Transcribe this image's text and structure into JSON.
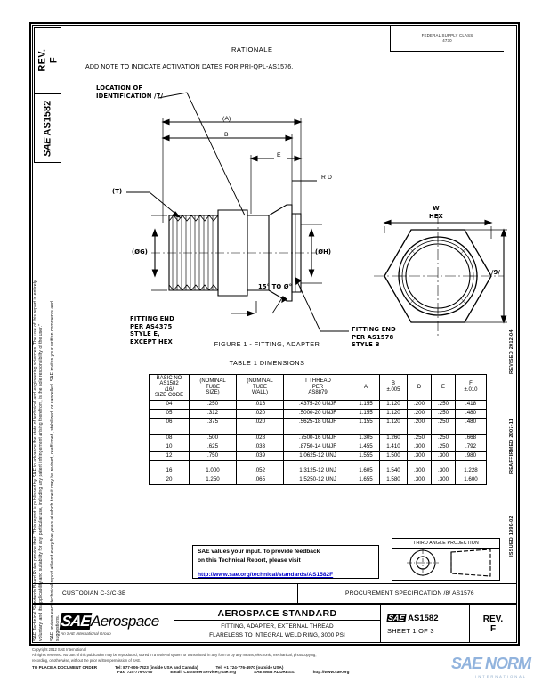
{
  "document": {
    "rev_tab": "REV.\nF",
    "std_tab_prefix": "SAE",
    "std_tab_number": "AS1582",
    "fsc_label": "FEDERAL SUPPLY CLASS",
    "fsc_value": "4730",
    "rationale_heading": "RATIONALE",
    "rationale_text": "ADD NOTE TO INDICATE ACTIVATION DATES FOR PRI-QPL-AS1576.",
    "left_disclaimer": [
      "SAE Technical Standards Board Rules provide that: \"This report is published by SAE to advance the state of technical and engineering sciences. The use of this report is entirely",
      "voluntary, and its applicability and suitability for any particular use, including any patent infringement arising therefrom, is the sole responsibility of the user.\"",
      "SAE reviews each technical report at least every five years at which time it may be revised, reaffirmed, stabilized, or cancelled. SAE invites your written comments and",
      "suggestions."
    ],
    "revision_history": [
      "REVISED 2012-04",
      "REAFFIRMED 2007-11",
      "ISSUED 1990-02"
    ]
  },
  "drawing": {
    "callouts": [
      {
        "name": "location-of-identification",
        "text": "LOCATION OF\nIDENTIFICATION /7/"
      },
      {
        "name": "dim-t",
        "text": "(T)"
      },
      {
        "name": "dim-a",
        "text": "(A)"
      },
      {
        "name": "dim-b",
        "text": "B"
      },
      {
        "name": "dim-e",
        "text": "E"
      },
      {
        "name": "dim-r-d",
        "text": "R D"
      },
      {
        "name": "dim-phi-g",
        "text": "(ØG)"
      },
      {
        "name": "dim-phi-h",
        "text": "(ØH)"
      },
      {
        "name": "dim-w-hex",
        "text": "W\nHEX"
      },
      {
        "name": "note-9",
        "text": "/9/"
      },
      {
        "name": "angle-note",
        "text": "15° TO Ø°"
      },
      {
        "name": "fitting-end-left",
        "text": "FITTING END\nPER AS4375\nSTYLE E,\nEXCEPT HEX"
      },
      {
        "name": "fitting-end-right",
        "text": "FITTING END\nPER AS1578\nSTYLE B"
      }
    ],
    "figure_caption": "FIGURE 1 - FITTING, ADAPTER",
    "table_caption": "TABLE 1  DIMENSIONS"
  },
  "table": {
    "headers": [
      "BASIC NO\nAS1582\n/16/\nSIZE CODE",
      "(NOMINAL\nTUBE\nSIZE)",
      "(NOMINAL\nTUBE\nWALL)",
      "T THREAD\nPER\nAS8879",
      "A",
      "B\n±.005",
      "D",
      "E",
      "F\n±.010"
    ],
    "groups": [
      {
        "rows": [
          [
            "04",
            ".250",
            ".016",
            ".4375-20 UNJF",
            "1.155",
            "1.120",
            ".200",
            ".250",
            ".418"
          ],
          [
            "05",
            ".312",
            ".020",
            ".5000-20 UNJF",
            "1.155",
            "1.120",
            ".200",
            ".250",
            ".480"
          ],
          [
            "06",
            ".375",
            ".020",
            ".5625-18 UNJF",
            "1.155",
            "1.120",
            ".200",
            ".250",
            ".480"
          ]
        ]
      },
      {
        "rows": [
          [
            "08",
            ".500",
            ".028",
            ".7500-16 UNJF",
            "1.305",
            "1.260",
            ".250",
            ".250",
            ".668"
          ],
          [
            "10",
            ".625",
            ".033",
            ".8750-14 UNJF",
            "1.455",
            "1.410",
            ".300",
            ".250",
            ".792"
          ],
          [
            "12",
            ".750",
            ".039",
            "1.0625-12 UNJ",
            "1.555",
            "1.500",
            ".300",
            ".300",
            ".980"
          ]
        ]
      },
      {
        "rows": [
          [
            "16",
            "1.000",
            ".052",
            "1.3125-12 UNJ",
            "1.605",
            "1.540",
            ".300",
            ".300",
            "1.228"
          ],
          [
            "20",
            "1.250",
            ".065",
            "1.5250-12 UNJ",
            "1.655",
            "1.580",
            ".300",
            ".300",
            "1.600"
          ]
        ]
      }
    ]
  },
  "feedback": {
    "line1": "SAE values your input. To provide feedback",
    "line2": "on this Technical Report, please visit",
    "link": "http://www.sae.org/technical/standards/AS1582F"
  },
  "projection": {
    "title": "THIRD ANGLE PROJECTION"
  },
  "custodian": {
    "label": "CUSTODIAN  C-3/C-3B",
    "procurement": "PROCUREMENT SPECIFICATION /8/ AS1576"
  },
  "title_block": {
    "logo_mark": "SAE",
    "logo_word": "Aerospace",
    "logo_sub": "An SAE International Group",
    "standard_type": "AEROSPACE STANDARD",
    "title_line1": "FITTING, ADAPTER, EXTERNAL THREAD",
    "title_line2": "FLARELESS TO INTEGRAL WELD RING, 3000 PSI",
    "number_prefix": "SAE",
    "number": "AS1582",
    "sheet": "SHEET 1 OF 3",
    "rev_label": "REV.",
    "rev_value": "F"
  },
  "footer": {
    "copyright": "Copyright 2012 SAE International",
    "rights": "All rights reserved. No part of this publication may be reproduced, stored in a retrieval system or transmitted, in any form or by any means, electronic, mechanical, photocopying,",
    "rights2": "recording, or otherwise, without the prior written permission of SAE.",
    "order_label": "TO PLACE A DOCUMENT ORDER",
    "tel_us": "Tel: 877-606-7323 (inside USA and Canada)",
    "tel_intl": "Tel: +1 724-776-4970 (outside USA)",
    "fax": "Fax: 724-776-0790",
    "email": "Email: CustomerService@sae.org",
    "web_label": "SAE WEB ADDRESS:",
    "web": "http://www.sae.org",
    "watermark": "SAE NORM",
    "watermark_sub": "INTERNATIONAL"
  },
  "colors": {
    "ink": "#000000",
    "link": "#0000cc",
    "watermark": "#7ea6d8"
  }
}
